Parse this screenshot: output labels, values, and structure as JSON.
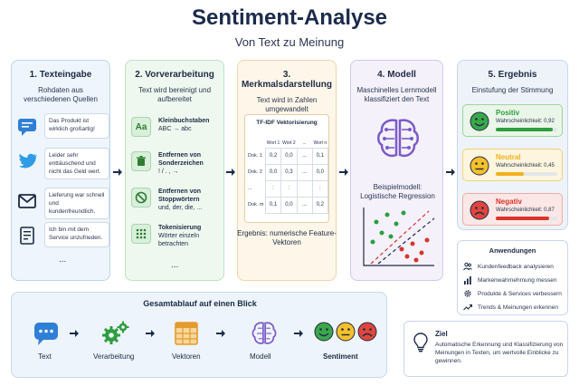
{
  "header": {
    "title": "Sentiment-Analyse",
    "subtitle": "Von Text zu Meinung"
  },
  "steps": [
    {
      "title": "1. Texteingabe",
      "desc": "Rohdaten aus verschiedenen Quellen"
    },
    {
      "title": "2. Vorverarbeitung",
      "desc": "Text wird bereinigt und aufbereitet"
    },
    {
      "title": "3. Merkmalsdarstellung",
      "desc": "Text wird in Zahlen umgewandelt"
    },
    {
      "title": "4. Modell",
      "desc": "Maschinelles Lernmodell klassifiziert den Text"
    },
    {
      "title": "5. Ergebnis",
      "desc": "Einstufung der Stimmung"
    }
  ],
  "sources": [
    {
      "icon": "chat-icon",
      "text": "Das Produkt ist wirklich großartig!"
    },
    {
      "icon": "twitter-bird-icon",
      "text": "Leider sehr enttäuschend und nicht das Geld wert."
    },
    {
      "icon": "envelope-icon",
      "text": "Lieferung war schnell und kundenfreundlich."
    },
    {
      "icon": "document-icon",
      "text": "Ich bin mit dem Service unzufrieden."
    }
  ],
  "ellipsis": "...",
  "preprocessing": [
    {
      "icon": "Aa",
      "title": "Kleinbuchstaben",
      "detail": "ABC → abc"
    },
    {
      "icon": "trash-icon",
      "title": "Entfernen von Sonderzeichen",
      "detail": "! / . , →"
    },
    {
      "icon": "prohibit-icon",
      "title": "Entfernen von Stoppwörtern",
      "detail": "und, der, die, ..."
    },
    {
      "icon": "grid-dots-icon",
      "title": "Tokenisierung",
      "detail": "Wörter einzeln betrachten"
    }
  ],
  "tfidf": {
    "title": "TF-IDF Vektorisierung",
    "columns": [
      "Wort 1",
      "Wort 2",
      "...",
      "Wort n"
    ],
    "rows": [
      {
        "label": "Dok. 1",
        "values": [
          "0,2",
          "0,0",
          "...",
          "0,1"
        ]
      },
      {
        "label": "Dok. 2",
        "values": [
          "0,0",
          "0,3",
          "...",
          "0,0"
        ]
      },
      {
        "label": "...",
        "values": [
          ":",
          ":",
          "",
          ":"
        ]
      },
      {
        "label": "Dok. m",
        "values": [
          "0,1",
          "0,0",
          "...",
          "0,2"
        ]
      }
    ],
    "result": "Ergebnis: numerische Feature-Vektoren"
  },
  "model": {
    "example": "Beispielmodell: Logistische Regression"
  },
  "results": [
    {
      "label": "Positiv",
      "prob_text": "Wahrscheinlichkeit: 0,92",
      "prob": 0.92,
      "color": "#2e9e3f",
      "bg": "#e9f6e8",
      "border": "#9fd39f"
    },
    {
      "label": "Neutral",
      "prob_text": "Wahrscheinlichkeit: 0,45",
      "prob": 0.45,
      "color": "#f2b01e",
      "bg": "#fdf5dd",
      "border": "#efd27f"
    },
    {
      "label": "Negativ",
      "prob_text": "Wahrscheinlichkeit: 0,87",
      "prob": 0.87,
      "color": "#d9342b",
      "bg": "#fbe7e5",
      "border": "#ecaaa5"
    }
  ],
  "applications": {
    "title": "Anwendungen",
    "items": [
      {
        "icon": "users-icon",
        "text": "Kundenfeedback analysieren"
      },
      {
        "icon": "bar-chart-icon",
        "text": "Markenwahrnehmung messen"
      },
      {
        "icon": "gear-icon",
        "text": "Produkte & Services verbessern"
      },
      {
        "icon": "trend-icon",
        "text": "Trends & Meinungen erkennen"
      }
    ]
  },
  "overview": {
    "title": "Gesamtablauf auf einen Blick",
    "steps": [
      "Text",
      "Verarbeitung",
      "Vektoren",
      "Modell",
      "Sentiment"
    ]
  },
  "goal": {
    "title": "Ziel",
    "text": "Automatische Erkennung und Klassifizierung von Meinungen in Texten, um wertvolle Einblicke zu gewinnen."
  },
  "colors": {
    "blue": "#2f7fd6",
    "green": "#2e9e3f",
    "orange": "#e39b2e",
    "purple": "#7b5bc7",
    "red": "#d9342b",
    "navy": "#1b2b4b"
  }
}
